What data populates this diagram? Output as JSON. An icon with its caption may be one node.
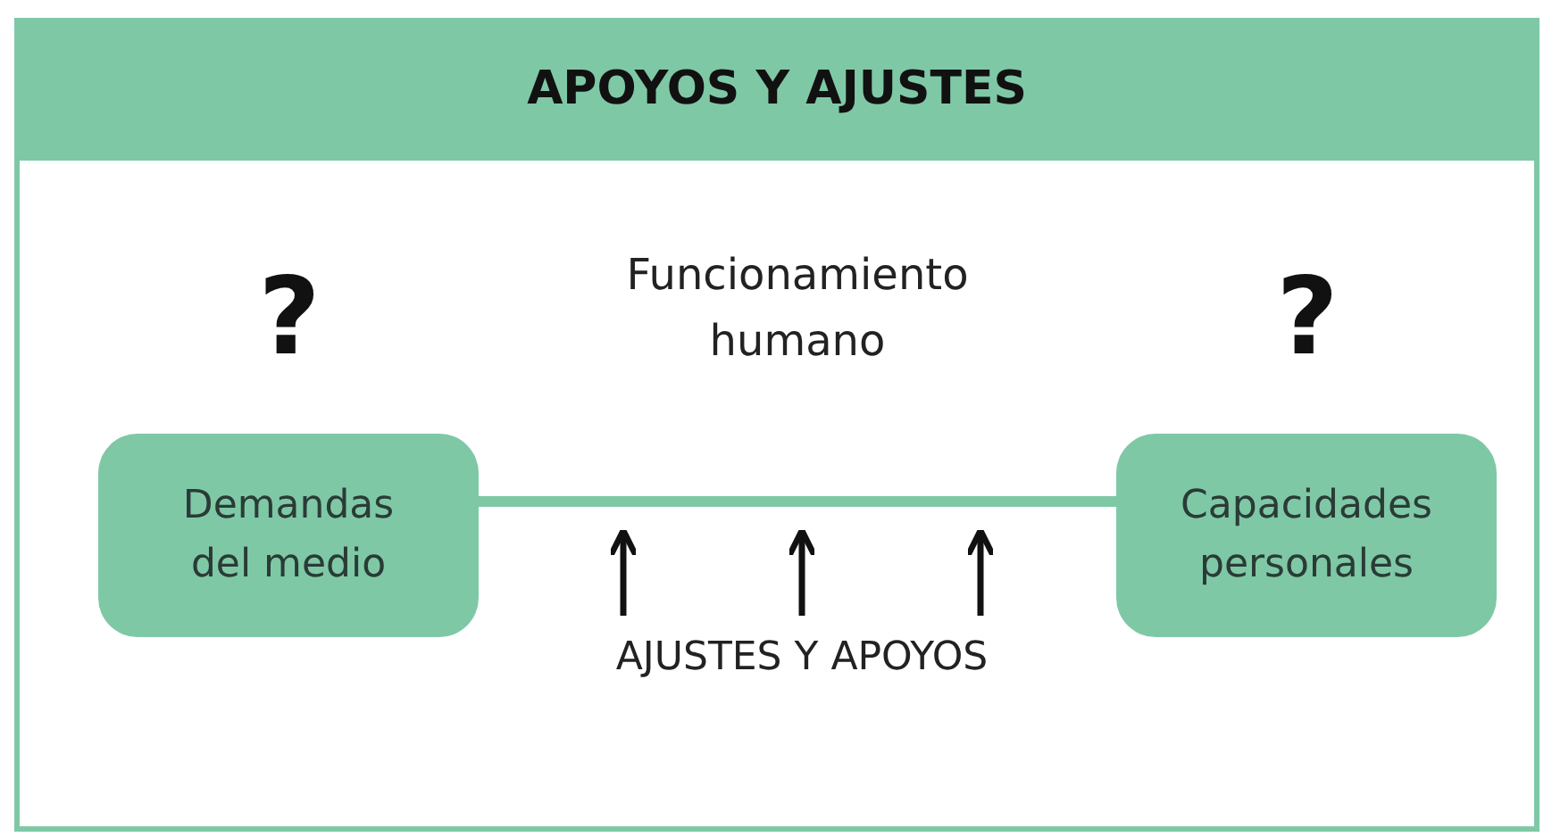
{
  "diagram": {
    "nodes": [
      {
        "text": [
          "APOYOS Y AJUSTES"
        ]
      },
      {
        "text": [
          "Demandas del medio"
        ],
        "in": 0,
        "beside": [
          "?"
        ]
      },
      {
        "text": [
          "Capacidades personales"
        ],
        "in": 0,
        "beside": [
          "?"
        ]
      },
      {
        "text": [
          "AJUSTES Y APOYOS"
        ],
        "in": 0
      }
    ],
    "edges": [
      {
        "from": 1,
        "to": 2,
        "arrow": "none",
        "label": "Funcionamiento humano",
        "color": "#7fc8a6"
      },
      {
        "from": 3,
        "to": null,
        "arrow": "to"
      },
      {
        "from": 3,
        "to": null,
        "arrow": "to"
      },
      {
        "from": 3,
        "to": null,
        "arrow": "to"
      }
    ]
  }
}
